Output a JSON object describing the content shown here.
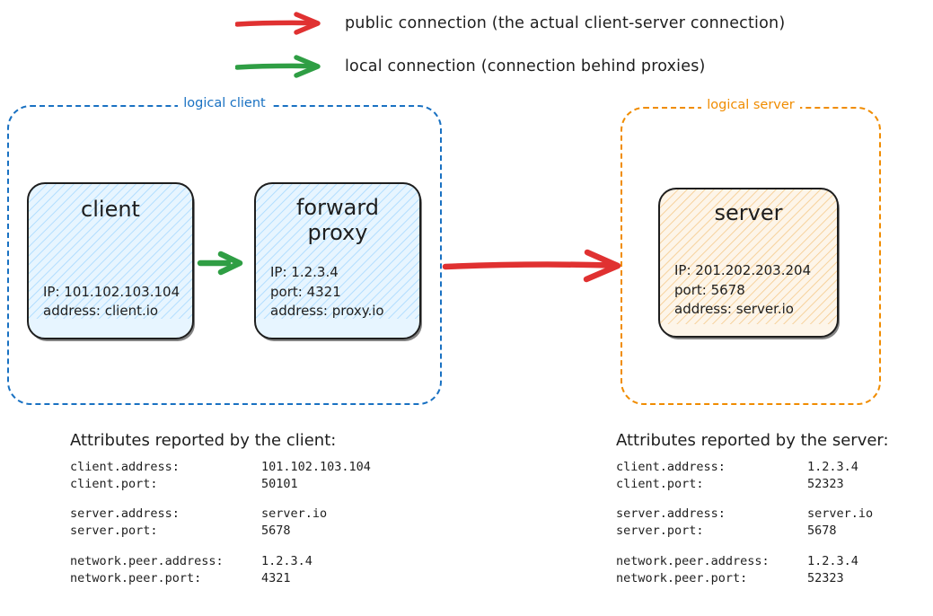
{
  "legend": {
    "items": [
      {
        "icon": "red-arrow-icon",
        "color": "#e03131",
        "label": "public connection (the actual client-server connection)"
      },
      {
        "icon": "green-arrow-icon",
        "color": "#2f9e44",
        "label": "local connection (connection behind proxies)"
      }
    ]
  },
  "groups": {
    "client": {
      "label": "logical client",
      "color": "#1971c2"
    },
    "server": {
      "label": "logical server",
      "color": "#f08c00"
    }
  },
  "nodes": {
    "client": {
      "title": "client",
      "props": [
        "IP: 101.102.103.104",
        "address: client.io"
      ],
      "fill": "#e7f5ff",
      "hatch": "#a5d8ff"
    },
    "proxy": {
      "title": "forward\nproxy",
      "props": [
        "IP: 1.2.3.4",
        "port: 4321",
        "address: proxy.io"
      ],
      "fill": "#e7f5ff",
      "hatch": "#a5d8ff"
    },
    "server": {
      "title": "server",
      "props": [
        "IP: 201.202.203.204",
        "port: 5678",
        "address: server.io"
      ],
      "fill": "#fdf5e9",
      "hatch": "#f5c98a"
    }
  },
  "arrows": {
    "local": {
      "name": "local-connection-arrow",
      "color": "#2f9e44"
    },
    "public": {
      "name": "public-connection-arrow",
      "color": "#e03131"
    }
  },
  "attributes_client": {
    "heading": "Attributes reported by the client:",
    "groups": [
      [
        {
          "key": "client.address:",
          "value": "101.102.103.104"
        },
        {
          "key": "client.port:",
          "value": "50101"
        }
      ],
      [
        {
          "key": "server.address:",
          "value": "server.io"
        },
        {
          "key": "server.port:",
          "value": "5678"
        }
      ],
      [
        {
          "key": "network.peer.address:",
          "value": "1.2.3.4"
        },
        {
          "key": "network.peer.port:",
          "value": "4321"
        }
      ]
    ]
  },
  "attributes_server": {
    "heading": "Attributes reported by the server:",
    "groups": [
      [
        {
          "key": "client.address:",
          "value": "1.2.3.4"
        },
        {
          "key": "client.port:",
          "value": "52323"
        }
      ],
      [
        {
          "key": "server.address:",
          "value": "server.io"
        },
        {
          "key": "server.port:",
          "value": "5678"
        }
      ],
      [
        {
          "key": "network.peer.address:",
          "value": "1.2.3.4"
        },
        {
          "key": "network.peer.port:",
          "value": "52323"
        }
      ]
    ]
  }
}
